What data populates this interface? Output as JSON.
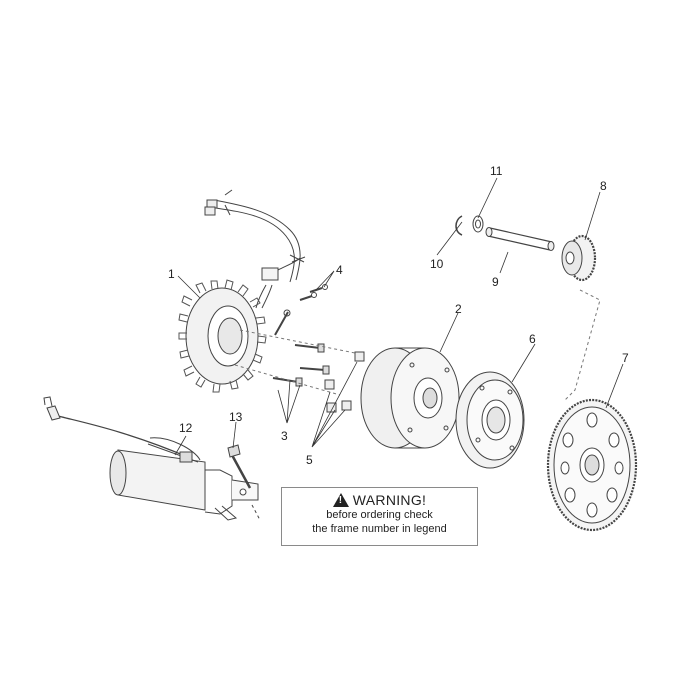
{
  "callouts": {
    "c1": "1",
    "c2": "2",
    "c3": "3",
    "c4": "4",
    "c5": "5",
    "c6": "6",
    "c7": "7",
    "c8": "8",
    "c9": "9",
    "c10": "10",
    "c11": "11",
    "c12": "12",
    "c13": "13"
  },
  "warning": {
    "title": "WARNING!",
    "line1": "before ordering check",
    "line2": "the frame number in legend"
  }
}
